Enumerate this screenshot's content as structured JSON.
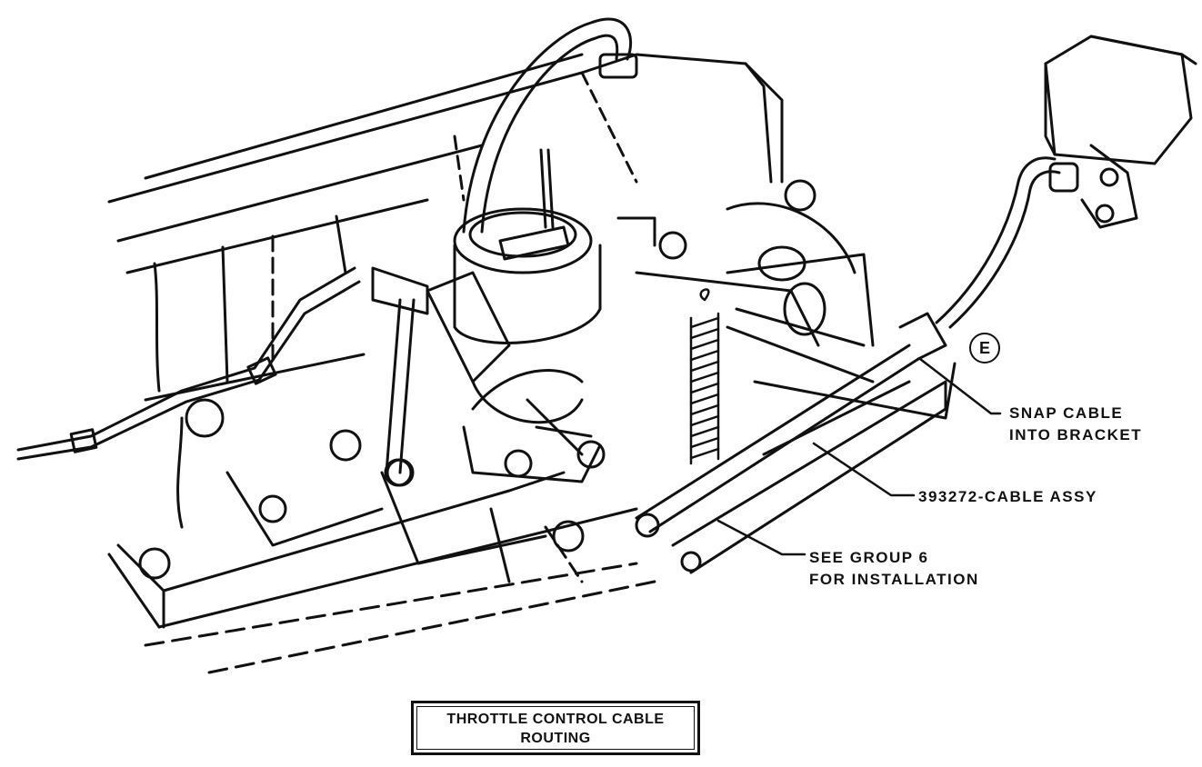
{
  "callouts": {
    "circle_letter": "E",
    "snap_cable_line1": "SNAP CABLE",
    "snap_cable_line2": "INTO BRACKET",
    "cable_assy": "393272-CABLE ASSY",
    "see_group_line1": "SEE GROUP 6",
    "see_group_line2": "FOR INSTALLATION"
  },
  "caption": {
    "line1": "THROTTLE CONTROL CABLE",
    "line2": "ROUTING"
  },
  "colors": {
    "ink": "#111111",
    "paper": "#ffffff"
  }
}
